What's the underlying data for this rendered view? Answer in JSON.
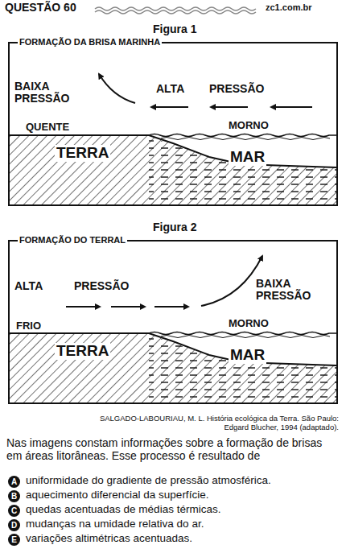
{
  "diagram": {
    "title": "QUESTÃO 60",
    "caption": "SALGADO-LABOURIAU, M. L. História ecológica da Terra. São Paulo: Edgard Blucher, 1994 (adaptado).",
    "nodes": [
      {
        "text": [
          "Figura 1",
          "FORMAÇÃO DA BRISA MARINHA"
        ]
      },
      {
        "text": [
          "Figura 2",
          "FORMAÇÃO DO TERRAL"
        ]
      }
    ],
    "edges": [],
    "labels": [
      "zc1.com.br",
      "BAIXA PRESSÃO",
      "ALTA",
      "PRESSÃO",
      "QUENTE",
      "MORNO",
      "TERRA",
      "MAR",
      "ALTA",
      "PRESSÃO",
      "BAIXA PRESSÃO",
      "FRIO",
      "MORNO",
      "TERRA",
      "MAR",
      "Nas imagens constam informações sobre a formação de brisas em áreas litorâneas. Esse processo é resultado de",
      "A",
      "uniformidade do gradiente de pressão atmosférica.",
      "B",
      "aquecimento diferencial da superfície.",
      "C",
      "quedas acentuadas de médias térmicas.",
      "D",
      "mudanças na umidade relativa do ar.",
      "E",
      "variações altimétricas acentuadas."
    ]
  }
}
